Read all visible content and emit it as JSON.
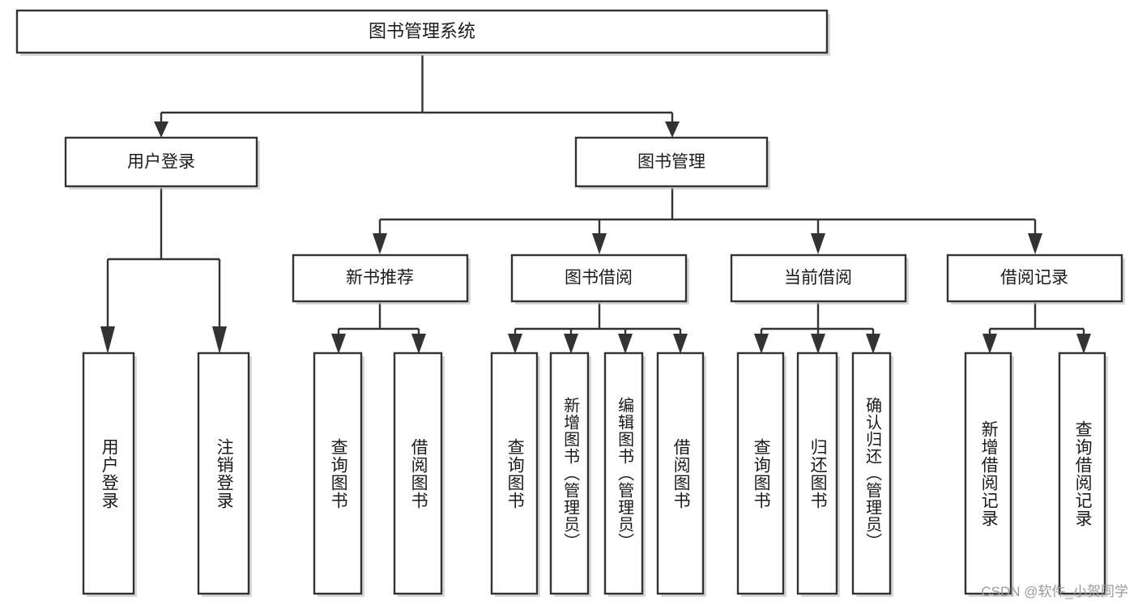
{
  "diagram": {
    "type": "hierarchy-tree",
    "title": "图书管理系统",
    "watermark": "CSDN @软件_小贺同学",
    "colors": {
      "stroke": "#333333",
      "fill": "#ffffff",
      "text": "#1b1b1b",
      "watermark": "#9a9a9a",
      "shadow": "#b8b8b8"
    },
    "levels": {
      "root": {
        "label": "图书管理系统"
      },
      "level2": [
        {
          "label": "用户登录"
        },
        {
          "label": "图书管理"
        }
      ],
      "level3": [
        {
          "label": "新书推荐"
        },
        {
          "label": "图书借阅"
        },
        {
          "label": "当前借阅"
        },
        {
          "label": "借阅记录"
        }
      ],
      "leaves_user_login": [
        {
          "label": "用户登录"
        },
        {
          "label": "注销登录"
        }
      ],
      "leaves_new_book": [
        {
          "label": "查询图书"
        },
        {
          "label": "借阅图书"
        }
      ],
      "leaves_borrow": [
        {
          "label": "查询图书"
        },
        {
          "label": "新增图书（管理员）"
        },
        {
          "label": "编辑图书（管理员）"
        },
        {
          "label": "借阅图书"
        }
      ],
      "leaves_current": [
        {
          "label": "查询图书"
        },
        {
          "label": "归还图书"
        },
        {
          "label": "确认归还（管理员）"
        }
      ],
      "leaves_records": [
        {
          "label": "新增借阅记录"
        },
        {
          "label": "查询借阅记录"
        }
      ]
    }
  }
}
